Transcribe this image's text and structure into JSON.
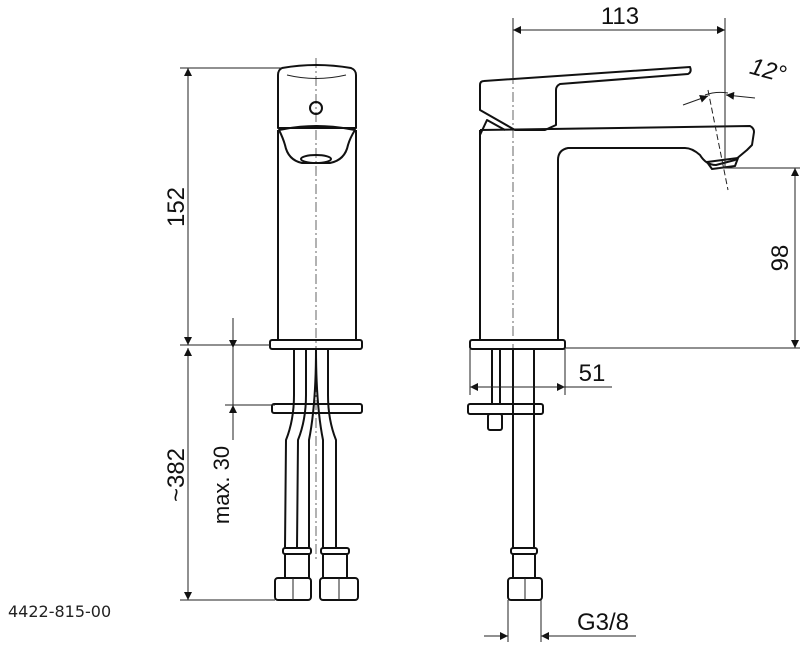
{
  "drawing_number": "4422-815-00",
  "dimensions": {
    "height_total": "152",
    "hose_length": "~382",
    "max_thickness": "max. 30",
    "reach": "113",
    "angle": "12°",
    "spout_height": "98",
    "base_diameter": "51",
    "thread": "G3/8"
  }
}
